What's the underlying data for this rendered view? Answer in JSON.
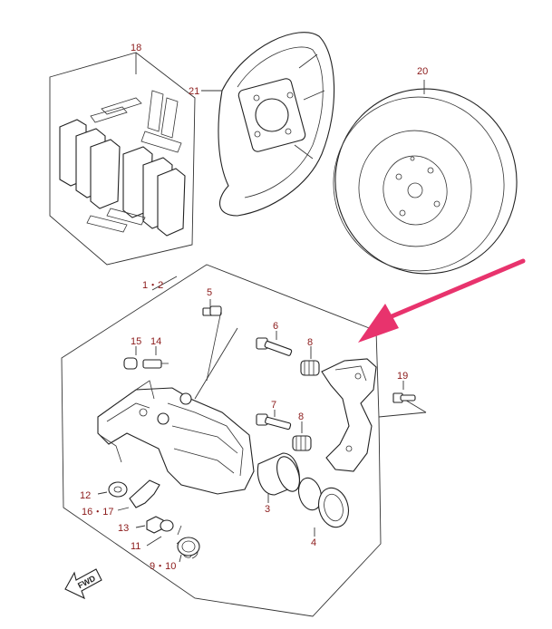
{
  "diagram": {
    "title": "Rear brake caliper exploded parts diagram",
    "label_color": "#8b1a1a",
    "arrow_color": "#e8336d",
    "fwd_label": "FWD",
    "labels": {
      "pad_kit": "18",
      "dust_shield": "21",
      "rotor": "20",
      "caliper_assy": "1・2",
      "bleeder_bolt": "5",
      "guide_pin_a": "6",
      "boot_a": "8",
      "cap": "15",
      "bleeder": "14",
      "bracket_bolt": "19",
      "guide_pin_b": "7",
      "boot_b": "8",
      "piston": "3",
      "seal_kit": "4",
      "washer": "12",
      "lever": "16・17",
      "nut": "13",
      "ring": "11",
      "spring": "9・10"
    }
  }
}
